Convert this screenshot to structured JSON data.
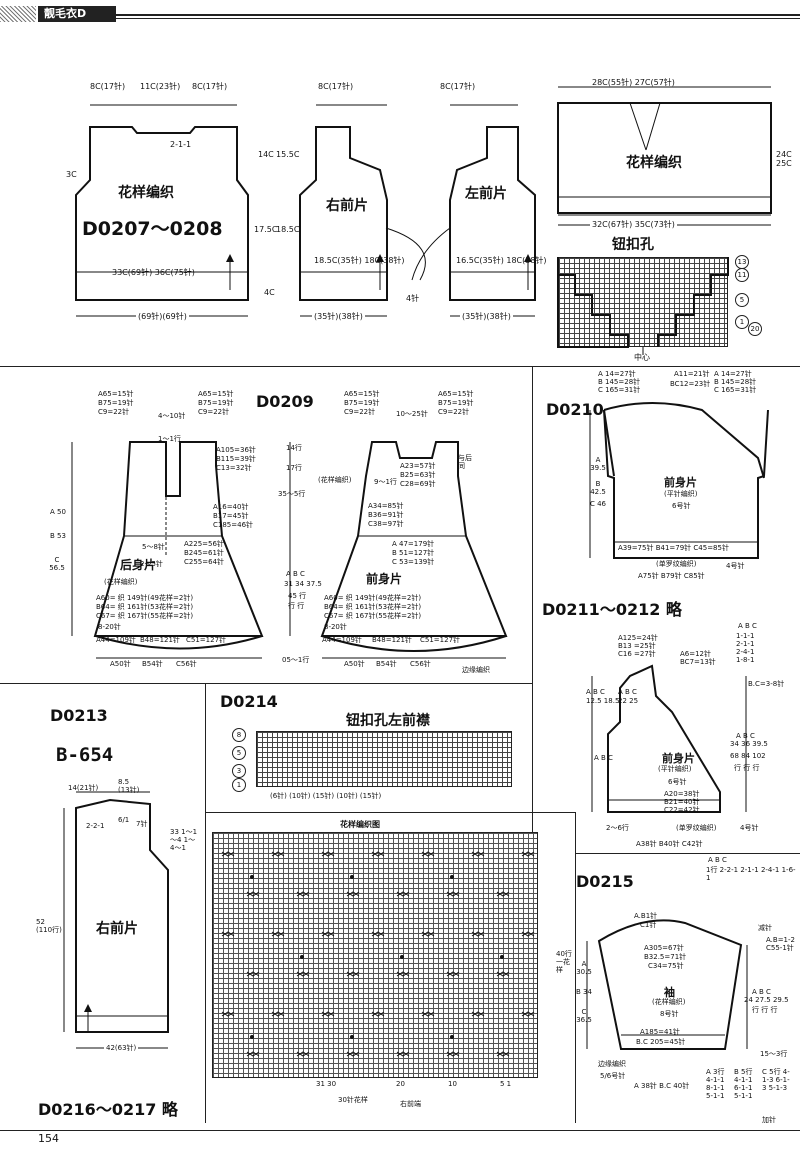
{
  "header": {
    "tab": "靓毛衣D",
    "page_number": "154"
  },
  "sections": {
    "d0207": {
      "code": "D0207～0208",
      "back_label": "花样编织",
      "right_front": "右前片",
      "left_front": "左前片",
      "pattern_label": "花样编织",
      "back_bottom": "33C(69针) 36C(75针)",
      "back_width": "(69针)(69针)",
      "front_width_r": "(35针)(38针)",
      "front_width_l": "(35针)(38针)",
      "top_dims_a": "8C(17针)",
      "top_dims_b": "11C(23针)",
      "top_dims_c": "8C(17针)",
      "side_a": "14C",
      "side_b": "15.5C",
      "side_c": "17.5C",
      "side_d": "18.5C",
      "hem": "4C",
      "front_hem_r": "18.5C(35针) 18C(38针)",
      "front_hem_l": "16.5C(35针) 18C(38针)",
      "center_gap": "4针",
      "neck_shaping": "2-1-1",
      "sleeve_rows": "3C",
      "top_pattern_w": "28C(55针) 27C(57针)",
      "top_pattern_h": "24C 25C",
      "top_pattern_bottom": "32C(67针) 35C(73针)",
      "buttonhole_title": "钮扣孔",
      "center_label": "中心"
    },
    "d0209": {
      "code": "D0209",
      "back": "后身片",
      "back_pattern": "(花样编织)",
      "front": "前身片",
      "front_pattern": "(花样编织)",
      "a65": "A65=15针",
      "b75": "B75=19针",
      "c9": "C9=22针",
      "a105": "A105=36针",
      "b115": "B115=39针",
      "c13": "C13=32针",
      "a16": "A16=40针",
      "b17": "B17=45针",
      "c185": "C185=46针",
      "a225": "A225=56针",
      "b245": "B245=61针",
      "c255": "C255=64针",
      "a60": "A60= 织 149针(49花样=2针)",
      "b64": "B64= 织 161针(53花样=2针)",
      "c67": "C67= 织 167针(55花样=2针)",
      "a44": "A44=109针",
      "b48": "B48=121针",
      "c51": "C51=127针",
      "a50": "A50针",
      "b54": "B54针",
      "c56": "C56针",
      "side_a": "A 50",
      "side_b": "B 53",
      "side_c": "C 56.5",
      "abc_col": "A B C",
      "rows": "31 34 37.5",
      "row_unit": "45 行",
      "row_unit2": "行 行",
      "edge": "边缘编织",
      "a47": "A 47=179针",
      "b51": "B 51=127针",
      "c53": "C 53=139针",
      "a34": "A34=85针",
      "b36": "B36=91针",
      "c38": "C38=97针",
      "a23": "A23=57针",
      "b25": "B25=63针",
      "c28": "C28=69针",
      "rows_14": "14行",
      "rows_17": "17行",
      "rows_35": "35～5行",
      "rows_05": "05～1行",
      "rows_8_20": "8-20针",
      "rows_4_10": "4～10针",
      "rows_1": "1～1行",
      "rows_5": "5～8针",
      "rows_2": "2～5针",
      "rows_9": "9～1行",
      "rows_10_25": "10～25针",
      "rows_yuhou": "与后同"
    },
    "d0210": {
      "code": "D0210",
      "front": "前身片",
      "front_sub": "(平针编织)",
      "needle": "6号针",
      "a14": "A 14=27针",
      "b145": "B 145=28针",
      "c165": "C 165=31针",
      "a11": "A11=21针",
      "bc12": "BC12=23针",
      "a395": "A 39.5",
      "b425": "B 42.5",
      "c46": "C 46",
      "bottom": "A39=75针 B41=79针 C45=85针",
      "rib": "(单罗纹编织)",
      "rib_needle": "4号针",
      "rib_abc": "A75针 B79针 C85针"
    },
    "d0211": {
      "code": "D0211～0212 略",
      "front": "前身片",
      "front_sub": "(平针编织)",
      "needle": "6号针",
      "a125": "A125=24针",
      "b13": "B13 =25针",
      "c16": "C16 =27针",
      "a6": "A6=12针",
      "bc7": "BC7=13针",
      "a20": "A20=38针",
      "b21": "B21=40针",
      "c22": "C22=42针",
      "bottom": "A38针 B40针 C42针",
      "rib": "(单罗纹编织)",
      "rib_needle": "4号针",
      "rows_2": "2～6行",
      "sizes": "A B C",
      "vals": "34 36 39.5",
      "vals2": "68 84 102",
      "unit": "行 行 行",
      "bc3": "B.C=3-8针",
      "abc_rows": "A B C",
      "abc_v": "12.5 18.5",
      "abc_v2": "22 25",
      "hd1": "1-1-1",
      "hd2": "2-1-1",
      "hd3": "2-4-1",
      "hd4": "1-8-1"
    },
    "d0213": {
      "code": "D0213",
      "subcode": "B-654",
      "piece": "右前片",
      "top_w": "14(21针)",
      "top_w2": "8.5 (13针)",
      "height": "52 (110行)",
      "bottom_w": "42(63针)",
      "neck": "2-2-1",
      "neck_a": "6/1",
      "neck_b": "7针",
      "shoulder": "33 1～1～4 1～4～1",
      "footer_code": "D0216～0217 略"
    },
    "d0214": {
      "code": "D0214",
      "title": "钮扣孔左前襟",
      "dims": "(6针)  (10针)  (15针)  (10针)  (15针)",
      "chart_title": "花样编织图",
      "chart_rows": "40行一花样",
      "chart_cols": "30针花样",
      "chart_edge": "右前端",
      "scale_left": "31 30",
      "scale_mid": "20",
      "scale_mid2": "10",
      "scale_right": "5 1"
    },
    "d0215": {
      "code": "D0215",
      "sleeve": "袖",
      "sleeve_sub": "(花样编织)",
      "needle": "8号针",
      "a305": "A305=67针",
      "b325": "B32.5=71针",
      "c34": "C34=75针",
      "a185": "A185=41针",
      "bc205": "B.C 205=45针",
      "ab1": "A.B1针",
      "c1": "C1针",
      "edge": "边缘编织",
      "edge_needle": "5/6号针",
      "ab40": "A 38针 B.C 40针",
      "abc": "A B C",
      "shaping_a": "1行 2-2-1 2-1-1 2-4-1 1-6-1",
      "reduce": "减针",
      "ab2": "A.B=1-2",
      "c55": "C55-1针",
      "side_a": "A 30.5",
      "side_b": "B 34",
      "side_c": "C 36.5",
      "rows_abc": "A B C",
      "rows_v": "24 27.5 29.5",
      "rows_u": "行 行 行",
      "bottom_rows": "A 3行 4-1-1 8-1-1 5-1-1",
      "bottom_rows_b": "B 5行 4-1-1 6-1-1 5-1-1",
      "bottom_rows_c": "C 5行 4-1-3 6-1-3 5-1-3",
      "tail": "加针",
      "rows_15": "15～3行"
    }
  },
  "colors": {
    "ink": "#111111",
    "paper": "#ffffff"
  }
}
